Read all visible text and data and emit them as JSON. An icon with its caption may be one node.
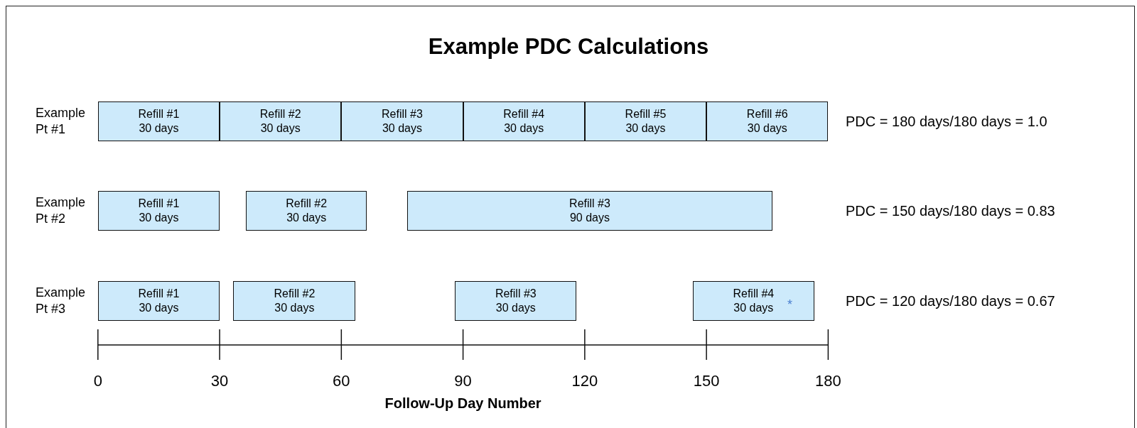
{
  "diagram": {
    "title": "Example PDC Calculations",
    "nodes": [
      {
        "text": [
          "Refill #1",
          "30 days"
        ]
      },
      {
        "text": [
          "Refill #2",
          "30 days"
        ]
      },
      {
        "text": [
          "Refill #3",
          "30 days"
        ]
      },
      {
        "text": [
          "Refill #4",
          "30 days"
        ]
      },
      {
        "text": [
          "Refill #5",
          "30 days"
        ]
      },
      {
        "text": [
          "Refill #6",
          "30 days"
        ]
      },
      {
        "text": [
          "Refill #1",
          "30 days"
        ]
      },
      {
        "text": [
          "Refill #2",
          "30 days"
        ]
      },
      {
        "text": [
          "Refill #3",
          "90 days"
        ]
      },
      {
        "text": [
          "Refill #1",
          "30 days"
        ]
      },
      {
        "text": [
          "Refill #2",
          "30 days"
        ]
      },
      {
        "text": [
          "Refill #3",
          "30 days"
        ]
      },
      {
        "text": [
          "Refill #4",
          "30 days",
          "*"
        ]
      }
    ],
    "labels": [
      "Example Pt #1",
      "PDC = 180 days/180 days = 1.0",
      "Example Pt #2",
      "PDC = 150 days/180 days = 0.83",
      "Example Pt #3",
      "PDC = 120 days/180 days = 0.67",
      "0",
      "30",
      "60",
      "90",
      "120",
      "150",
      "180",
      "Follow-Up Day Number"
    ]
  }
}
